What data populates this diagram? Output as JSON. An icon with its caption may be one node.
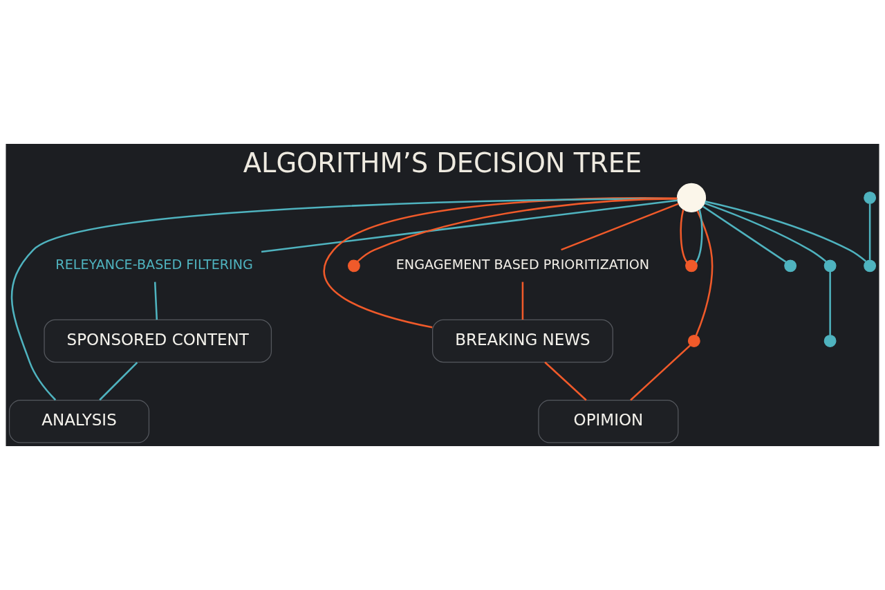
{
  "diagram": {
    "title": "ALGORITHM’S DECISION TREE",
    "nodes": [
      {
        "text": [],
        "shape": "circle"
      },
      {
        "text": [
          "ENGAGEMENT BASED PRIORITIZATION"
        ]
      },
      {
        "text": [
          "RELEYANCE-BASED FILTERING"
        ]
      },
      {
        "text": [
          "BREAKING NEWS"
        ]
      },
      {
        "text": [
          "OPIMION"
        ]
      },
      {
        "text": [
          "SPONSORED CONTENT"
        ]
      },
      {
        "text": [
          "ANALYSIS"
        ]
      },
      {
        "text": [],
        "shape": "circle"
      },
      {
        "text": [],
        "shape": "circle"
      },
      {
        "text": [],
        "shape": "circle"
      },
      {
        "text": [],
        "shape": "circle"
      },
      {
        "text": [],
        "shape": "circle"
      },
      {
        "text": [],
        "shape": "circle"
      },
      {
        "text": [],
        "shape": "circle"
      },
      {
        "text": [],
        "shape": "circle"
      }
    ],
    "edges": [
      {
        "from": 0,
        "to": 1,
        "arrow": "none",
        "color": "#f05a2a"
      },
      {
        "from": 1,
        "to": 3,
        "arrow": "none",
        "color": "#f05a2a"
      },
      {
        "from": 3,
        "to": 4,
        "arrow": "none",
        "color": "#f05a2a"
      },
      {
        "from": 0,
        "to": 3,
        "arrow": "none",
        "color": "#f05a2a"
      },
      {
        "from": 0,
        "to": 8,
        "arrow": "none",
        "color": "#f05a2a"
      },
      {
        "from": 8,
        "to": 4,
        "arrow": "none",
        "color": "#f05a2a"
      },
      {
        "from": 0,
        "to": 7,
        "arrow": "none",
        "color": "#f05a2a"
      },
      {
        "from": 0,
        "to": 9,
        "arrow": "none",
        "color": "#f05a2a"
      },
      {
        "from": 0,
        "to": 9,
        "arrow": "none"
      },
      {
        "from": 0,
        "to": 2,
        "arrow": "none"
      },
      {
        "from": 2,
        "to": 5,
        "arrow": "none"
      },
      {
        "from": 5,
        "to": 6,
        "arrow": "none"
      },
      {
        "from": 0,
        "to": 6,
        "arrow": "none"
      },
      {
        "from": 0,
        "to": 13,
        "arrow": "none"
      },
      {
        "from": 10,
        "to": 13,
        "arrow": "none"
      },
      {
        "from": 0,
        "to": 11,
        "arrow": "none"
      },
      {
        "from": 11,
        "to": 12,
        "arrow": "none"
      },
      {
        "from": 0,
        "to": 14,
        "arrow": "none"
      }
    ]
  }
}
